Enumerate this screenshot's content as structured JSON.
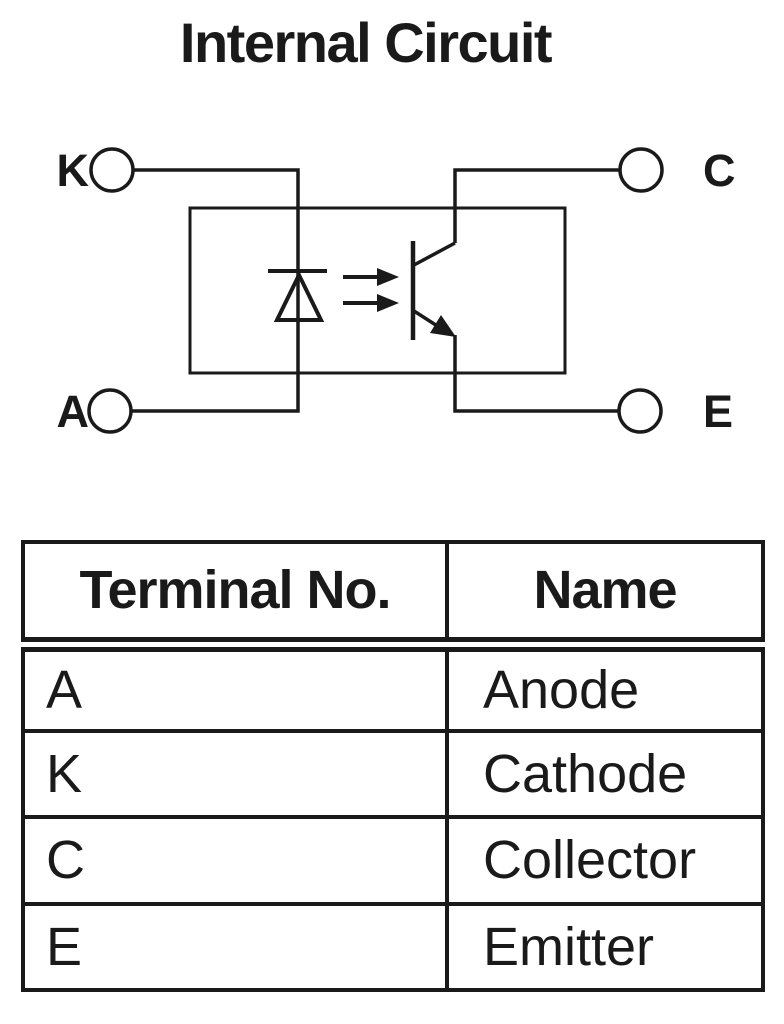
{
  "page": {
    "background_color": "#ffffff",
    "ink_color": "#1a1a1a"
  },
  "diagram": {
    "title": "Internal Circuit",
    "terminals": {
      "top_left": "K",
      "top_right": "C",
      "bottom_left": "A",
      "bottom_right": "E"
    },
    "icons": {
      "led_diode": "led-diode-symbol",
      "light_arrows": "light-emission-arrows-icon",
      "phototransistor": "phototransistor-symbol",
      "isolation_box": "isolation-boundary-box"
    }
  },
  "table": {
    "headers": [
      "Terminal No.",
      "Name"
    ],
    "rows": [
      {
        "terminal": "A",
        "name": "Anode"
      },
      {
        "terminal": "K",
        "name": "Cathode"
      },
      {
        "terminal": "C",
        "name": "Collector"
      },
      {
        "terminal": "E",
        "name": "Emitter"
      }
    ]
  }
}
